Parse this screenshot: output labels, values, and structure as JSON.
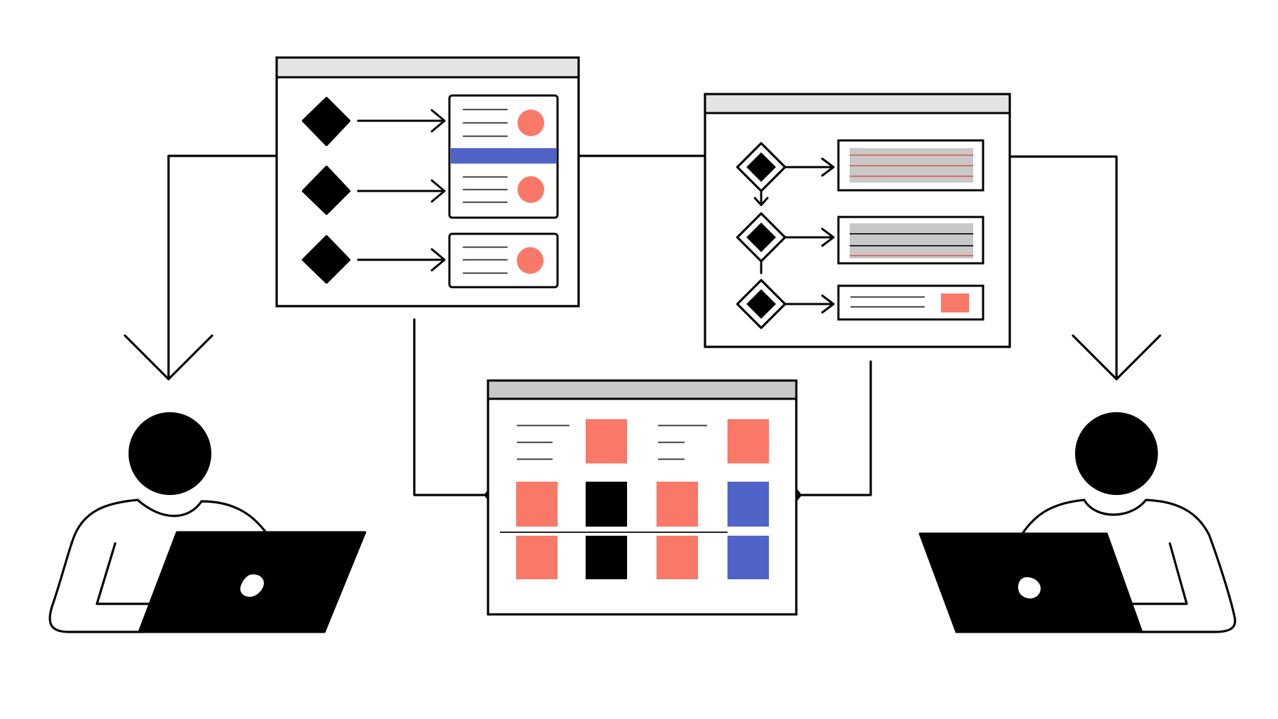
{
  "colors": {
    "ink": "#000000",
    "paper": "#ffffff",
    "title_bar": "#e4e4e4",
    "title_bar_dark": "#c8c8c8",
    "coral": "#fa7868",
    "blue": "#5064c8",
    "gray_block": "#c8c8c8",
    "red_line": "#e0503c"
  },
  "nodes": [
    {
      "name": "window-flowchart-left",
      "kind": "window"
    },
    {
      "name": "window-flowchart-right",
      "kind": "window"
    },
    {
      "name": "window-grid-center",
      "kind": "window"
    },
    {
      "name": "person-left",
      "kind": "person-with-laptop"
    },
    {
      "name": "person-right",
      "kind": "person-with-laptop"
    }
  ],
  "edges": [
    {
      "from": "window-flowchart-left",
      "to": "person-left"
    },
    {
      "from": "window-flowchart-left",
      "to": "window-flowchart-right"
    },
    {
      "from": "window-flowchart-right",
      "to": "person-right"
    },
    {
      "from": "window-flowchart-left",
      "to": "window-grid-center"
    },
    {
      "from": "window-flowchart-right",
      "to": "window-grid-center"
    }
  ],
  "icons": {
    "decision": "diamond-icon",
    "record": "circle-icon",
    "user": "person-icon",
    "device": "laptop-icon"
  }
}
